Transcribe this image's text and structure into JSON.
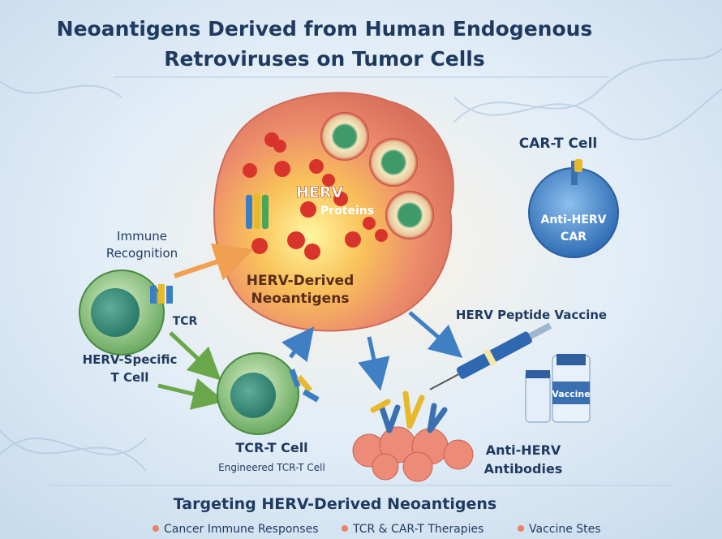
{
  "title": {
    "line1": "Neoantigens Derived from Human Endogenous",
    "line2": "Retroviruses on Tumor Cells"
  },
  "tumor": {
    "proteins_title": "HERV",
    "proteins_sub": "Proteins",
    "neoantigen_line1": "HERV-Derived",
    "neoantigen_line2": "Neoantigens"
  },
  "car_t": {
    "title": "CAR-T Cell",
    "receptor_line1": "Anti-HERV",
    "receptor_line2": "CAR"
  },
  "immune_recognition": {
    "line1": "Immune",
    "line2": "Recognition"
  },
  "t_cell": {
    "tcr_label": "TCR",
    "line1": "HERV-Specific",
    "line2": "T Cell"
  },
  "tcr_t": {
    "title": "TCR-T Cell",
    "subtitle": "Engineered TCR-T Cell"
  },
  "vaccine": {
    "title": "HERV Peptide Vaccine",
    "vial_label": "Vaccine"
  },
  "antibodies": {
    "line1": "Anti-HERV",
    "line2": "Antibodies"
  },
  "footer": {
    "title": "Targeting HERV-Derived Neoantigens",
    "bullets": [
      "Cancer Immune Responses",
      "TCR & CAR-T Therapies",
      "Vaccine Stes"
    ]
  },
  "colors": {
    "title": "#1f3a5f",
    "tumor": "#e98a6e",
    "t_cell": "#5a9e5a",
    "car_t": "#3f7fc4",
    "bullet": "#e8826a"
  }
}
